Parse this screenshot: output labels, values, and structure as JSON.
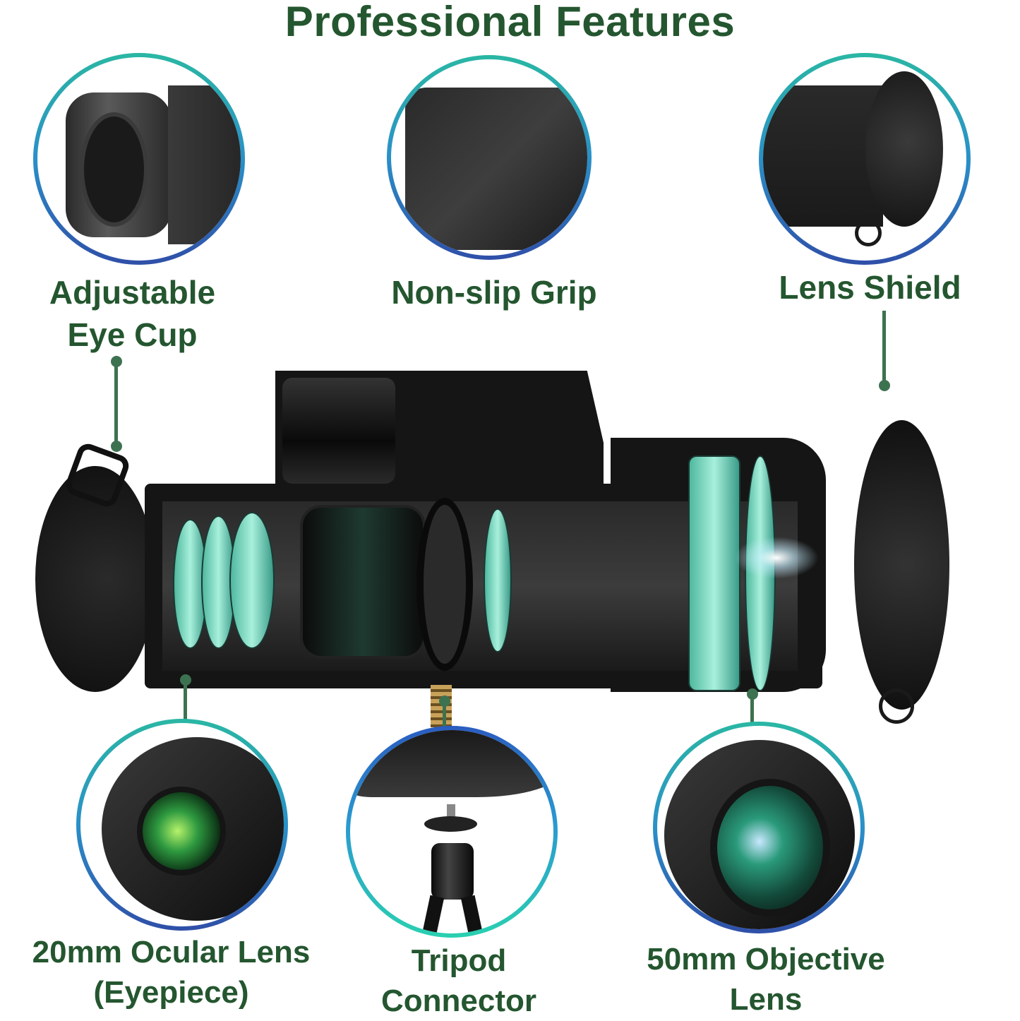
{
  "title": "Professional Features",
  "features": {
    "eye_cup": {
      "line1": "Adjustable",
      "line2": "Eye Cup"
    },
    "grip": {
      "label": "Non-slip Grip"
    },
    "lens_shield": {
      "label": "Lens Shield"
    },
    "ocular": {
      "line1": "20mm Ocular Lens",
      "line2": "(Eyepiece)"
    },
    "tripod": {
      "line1": "Tripod",
      "line2": "Connector"
    },
    "objective": {
      "line1": "50mm Objective",
      "line2": "Lens"
    }
  },
  "colors": {
    "title_green": "#24562f",
    "pin_green": "#3d7250",
    "ring_teal": "#2ab7a4",
    "ring_blue": "#2f4fa8",
    "lens_cyan": "#6fd8bd"
  }
}
